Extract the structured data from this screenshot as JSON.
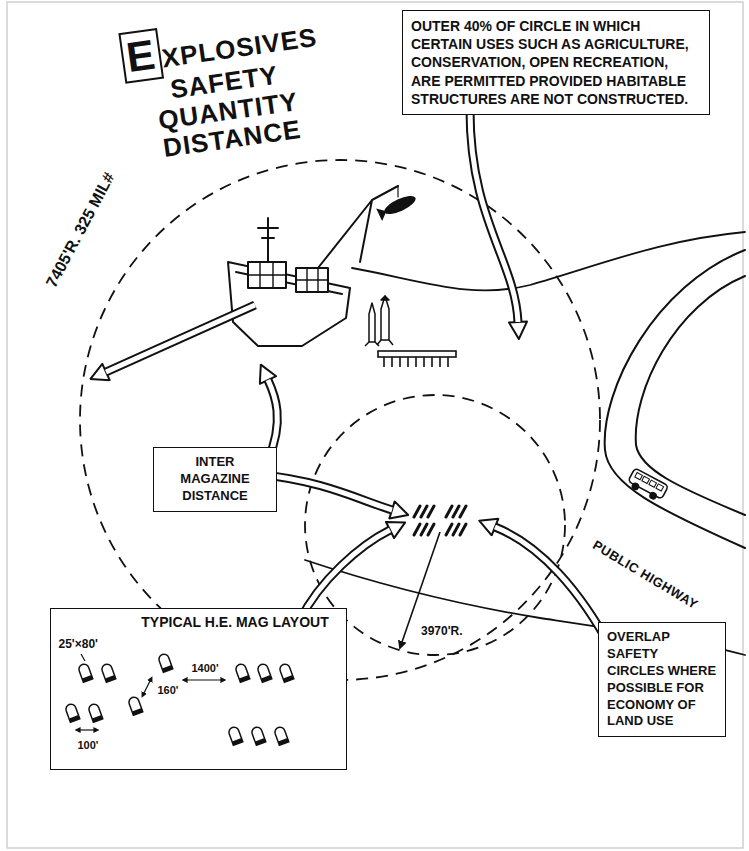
{
  "diagram": {
    "title": "EXPLOSIVES SAFETY QUANTITY DISTANCE",
    "nodes": [
      {
        "text": [
          "OUTER 40% OF CIRCLE IN WHICH CERTAIN USES SUCH AS AGRICULTURE, CONSERVATION, OPEN RECREATION, ARE PERMITTED PROVIDED HABITABLE STRUCTURES ARE NOT CONSTRUCTED."
        ]
      },
      {
        "text": [
          "INTER MAGAZINE DISTANCE"
        ]
      },
      {
        "text": [
          "TYPICAL H.E. MAG LAYOUT"
        ]
      },
      {
        "text": [
          "OVERLAP SAFETY CIRCLES WHERE POSSIBLE FOR ECONOMY OF LAND USE"
        ]
      }
    ],
    "labels": [
      "7405'R. 325 MIL#",
      "PUBLIC HIGHWAY",
      "3970'R.",
      "25'×80'",
      "1400'",
      "160'",
      "100'"
    ]
  }
}
